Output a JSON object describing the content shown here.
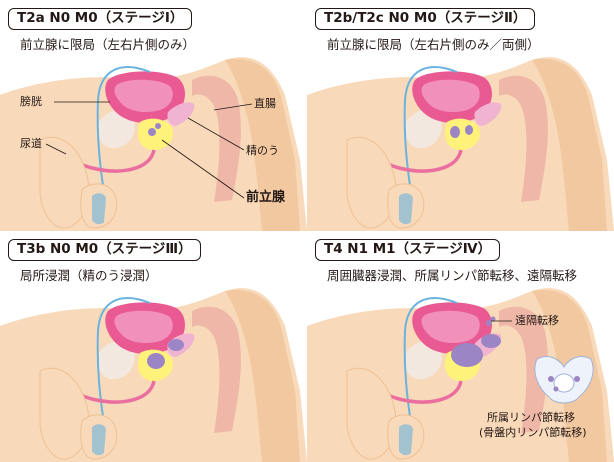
{
  "panels": [
    {
      "stage": "T2a N0 M0（ステージⅠ）",
      "description": "前立腺に限局（左右片側のみ）"
    },
    {
      "stage": "T2b/T2c N0 M0（ステージⅡ）",
      "description": "前立腺に限局（左右片側のみ／両側）"
    },
    {
      "stage": "T3b N0 M0（ステージⅢ）",
      "description": "局所浸潤（精のう浸潤）"
    },
    {
      "stage": "T4 N1 M1（ステージⅣ）",
      "description": "周囲臓器浸潤、所属リンパ節転移、遠隔転移"
    }
  ],
  "labels": {
    "bladder": "膀胱",
    "urethra": "尿道",
    "rectum": "直腸",
    "seminal_vesicle": "精のう",
    "prostate": "前立腺",
    "distant_metastasis": "遠隔転移",
    "regional_lymph_1": "所属リンパ節転移",
    "regional_lymph_2": "(骨盤内リンパ節転移)"
  },
  "colors": {
    "skin": "#f8d9b9",
    "skin_dark": "#efc195",
    "bladder": "#e95a93",
    "bladder_inner": "#f191b9",
    "rectum": "#efb7a7",
    "prostate": "#fff27a",
    "tumor": "#9b85c4",
    "vas_deferens": "#6ab3df",
    "urethra": "#ea6fa0",
    "bone": "#f2e8df"
  }
}
